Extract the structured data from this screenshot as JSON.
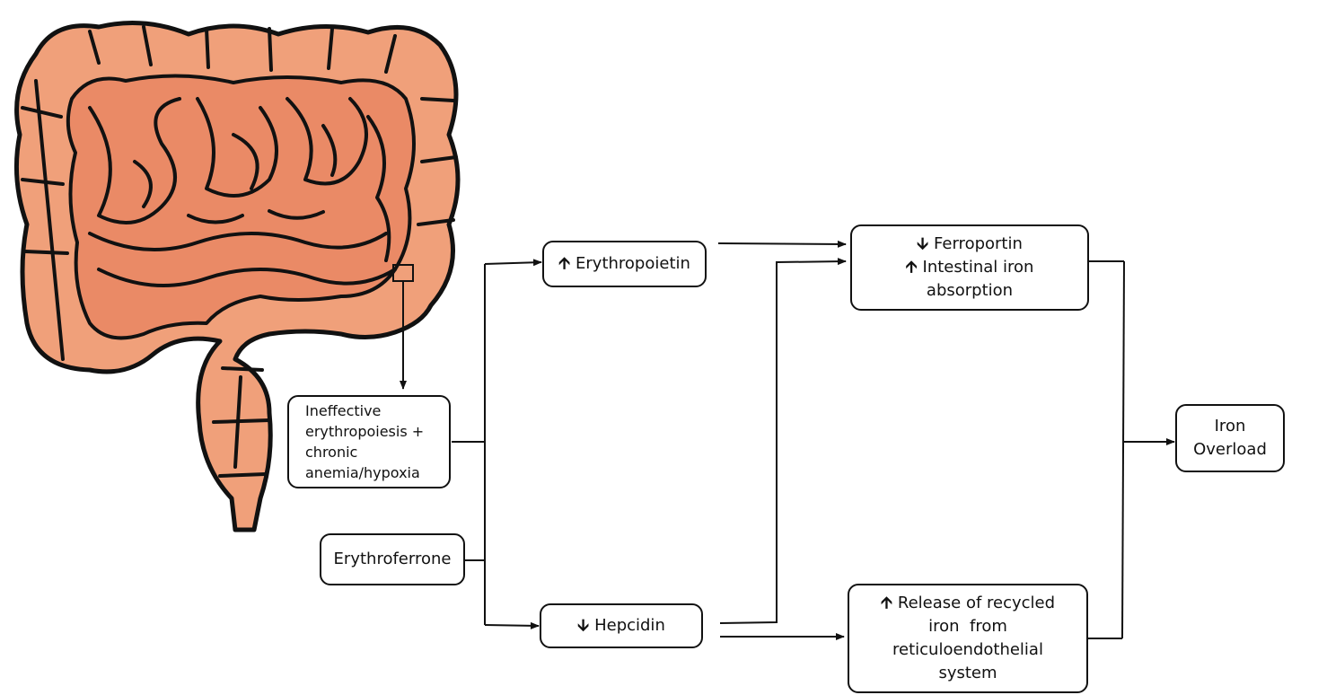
{
  "colors": {
    "intestine_fill": "#f0a07a",
    "intestine_inner": "#ea8a66",
    "outline": "#111111",
    "background": "#ffffff"
  },
  "icons": {
    "up": "up-arrow-icon",
    "down": "down-arrow-icon"
  },
  "nodes": {
    "ineffective": {
      "lines": [
        "Ineffective",
        "erythropoiesis +",
        "chronic",
        "anemia/hypoxia"
      ]
    },
    "erythroferrone": {
      "label": "Erythroferrone"
    },
    "erythropoietin": {
      "arrow": "🡩",
      "label": "Erythropoietin"
    },
    "hepcidin": {
      "arrow": "🡫",
      "label": "Hepcidin"
    },
    "ferroportin": {
      "line1_arrow": "🡫",
      "line1": "Ferroportin",
      "line2_arrow": "🡩",
      "line2": "Intestinal iron",
      "line3": "absorption"
    },
    "release": {
      "line1_arrow": "🡩",
      "line1": "Release of recycled",
      "line2": "iron  from",
      "line3": "reticuloendothelial",
      "line4": "system"
    },
    "iron_overload": {
      "lines": [
        "Iron",
        "Overload"
      ]
    }
  }
}
